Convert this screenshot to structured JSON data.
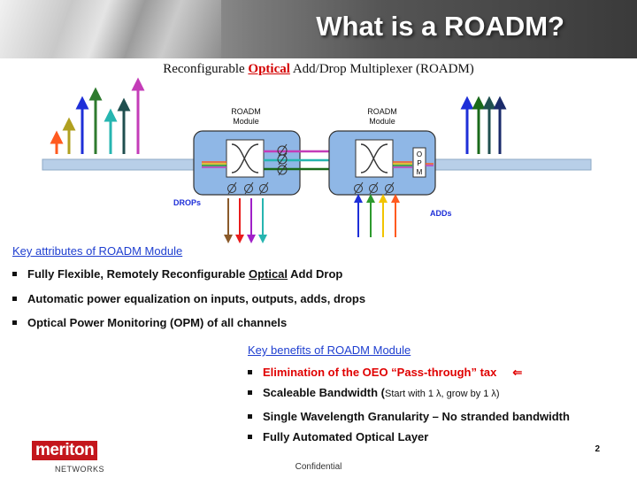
{
  "slide": {
    "title": "What is a ROADM?",
    "subtitle_pre": "Reconfigurable ",
    "subtitle_hl": "Optical",
    "subtitle_post": " Add/Drop Multiplexer (ROADM)"
  },
  "diagram": {
    "module1_label_l1": "ROADM",
    "module1_label_l2": "Module",
    "module2_label_l1": "ROADM",
    "module2_label_l2": "Module",
    "opm_letters": [
      "O",
      "P",
      "M"
    ],
    "drops_label": "DROPs",
    "adds_label": "ADDs",
    "colors": {
      "fiber": "#b8cfe8",
      "module_fill": "#8fb7e6",
      "orange": "#ff5a1f",
      "olive": "#b0a020",
      "blue": "#1e2fd8",
      "green": "#2e7a2e",
      "teal": "#26b5b0",
      "dark_teal": "#1f4f4f",
      "magenta": "#c43cb8",
      "brown": "#8a5a2a",
      "red": "#e81c1c",
      "purple": "#a020c8",
      "dark_green": "#1a6a1a",
      "dark_blue": "#1a2a6a",
      "yellow": "#f2c400"
    }
  },
  "attributes": {
    "heading": "Key attributes of ROADM Module",
    "items": [
      {
        "pre": "Fully Flexible, Remotely Reconfigurable ",
        "u": "Optical",
        "post": " Add Drop"
      },
      {
        "text": "Automatic power equalization on inputs, outputs, adds, drops"
      },
      {
        "text": "Optical Power Monitoring (OPM) of all channels"
      }
    ]
  },
  "benefits": {
    "heading": "Key benefits of ROADM Module",
    "item1": "Elimination of the OEO “Pass-through” tax",
    "item1_arrow": "⇐",
    "item2_main": "Scaleable Bandwidth  (",
    "item2_small": "Start with 1 λ, grow by 1 λ",
    "item2_close": ")",
    "item3": "Single Wavelength Granularity   – No stranded bandwidth",
    "item4": "Fully Automated Optical Layer"
  },
  "footer": {
    "logo_text": "meriton",
    "logo_sub": "NETWORKS",
    "page_number": "2",
    "confidential": "Confidential"
  }
}
